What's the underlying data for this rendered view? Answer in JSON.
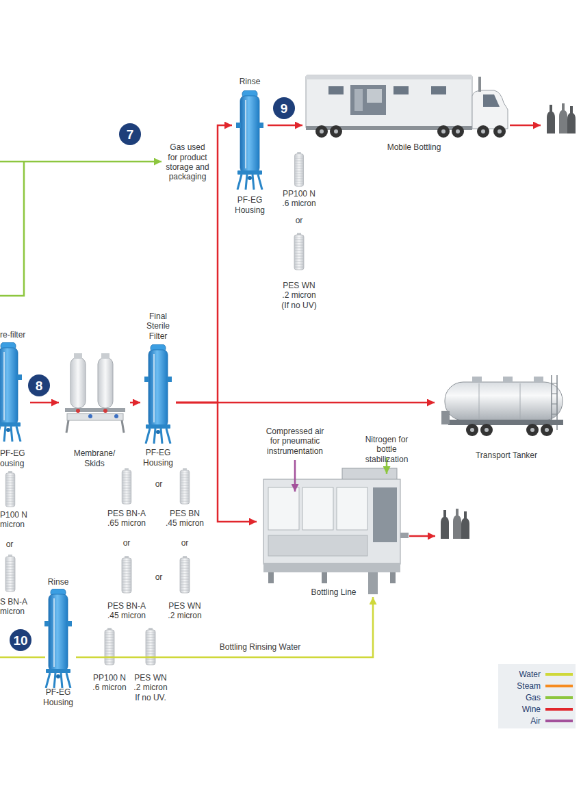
{
  "diagram": {
    "nodes": [
      {
        "text": [
          "Gas used for product storage and packaging"
        ]
      },
      {
        "text": [
          "Rinse",
          "PF-EG Housing"
        ]
      },
      {
        "text": [
          "Mobile Bottling"
        ]
      },
      {
        "text": [
          "re-filter",
          "PF-EG ousing"
        ]
      },
      {
        "text": [
          "Membrane/ Skids"
        ]
      },
      {
        "text": [
          "Final Sterile Filter",
          "PF-EG Housing"
        ]
      },
      {
        "text": [
          "Transport Tanker"
        ]
      },
      {
        "text": [
          "Bottling Line"
        ]
      },
      {
        "text": [
          "Rinse",
          "PF-EG Housing"
        ]
      }
    ],
    "edges": [
      {
        "from": 1,
        "to": 2,
        "arrow": "to"
      },
      {
        "from": 3,
        "to": 4,
        "arrow": "to"
      },
      {
        "from": 4,
        "to": 5,
        "arrow": "to"
      },
      {
        "from": 5,
        "to": 1,
        "arrow": "to"
      },
      {
        "from": 5,
        "to": 6,
        "arrow": "to"
      },
      {
        "from": 5,
        "to": 7,
        "arrow": "to"
      },
      {
        "from": 8,
        "to": 7,
        "label": "Bottling Rinsing Water",
        "arrow": "to"
      }
    ],
    "labels": [
      "7",
      "9",
      "PP100 N .6 micron",
      "or",
      "PES WN .2 micron (If no UV)",
      "8",
      "P100 N micron",
      "or",
      "S BN-A micron",
      "or",
      "PES BN-A .65 micron",
      "PES BN .45 micron",
      "or",
      "or",
      "or",
      "PES BN-A .45 micron",
      "PES WN .2 micron",
      "Compressed air for pneumatic instrumentation",
      "Nitrogen for bottle stabilization",
      "10",
      "PP100 N .6 micron",
      "PES WN .2 micron If no UV."
    ],
    "legend": [
      {
        "text": "Water",
        "color": "#cfd83a"
      },
      {
        "text": "Steam",
        "color": "#f68b1f"
      },
      {
        "text": "Gas",
        "color": "#8dc63f"
      },
      {
        "text": "Wine",
        "color": "#e1262c"
      },
      {
        "text": "Air",
        "color": "#a3519b"
      }
    ]
  }
}
